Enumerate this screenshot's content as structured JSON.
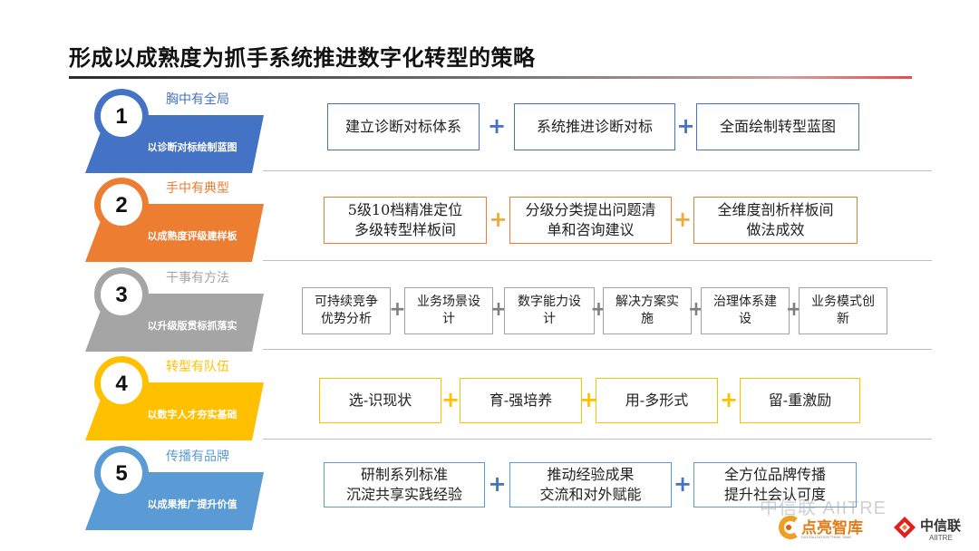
{
  "title": "形成以成熟度为抓手系统推进数字化转型的策略",
  "strategies": [
    {
      "num": "1",
      "head": "胸中有全局",
      "sub": "以诊断对标绘制蓝图",
      "color": "#4472c4",
      "plus_color": "#4472c4",
      "items": [
        "建立诊断对标体系",
        "系统推进诊断对标",
        "全面绘制转型蓝图"
      ]
    },
    {
      "num": "2",
      "head": "手中有典型",
      "sub": "以成熟度评级建样板",
      "color": "#ed7d31",
      "plus_color": "#f2a93b",
      "items": [
        "5级10档精准定位\n多级转型样板间",
        "分级分类提出问题清\n单和咨询建议",
        "全维度剖析样板间\n做法成效"
      ]
    },
    {
      "num": "3",
      "head": "干事有方法",
      "sub": "以升级版贯标抓落实",
      "color": "#a5a5a5",
      "plus_color": "#7f7f7f",
      "items": [
        "可持续竞争\n优势分析",
        "业务场景设\n计",
        "数字能力设\n计",
        "解决方案实\n施",
        "治理体系建\n设",
        "业务模式创\n新"
      ]
    },
    {
      "num": "4",
      "head": "转型有队伍",
      "sub": "以数字人才夯实基础",
      "color": "#ffc000",
      "plus_color": "#ffc000",
      "items": [
        "选-识现状",
        "育-强培养",
        "用-多形式",
        "留-重激励"
      ]
    },
    {
      "num": "5",
      "head": "传播有品牌",
      "sub": "以成果推广提升价值",
      "color": "#5b9bd5",
      "plus_color": "#4472c4",
      "items": [
        "研制系列标准\n沉淀共享实践经验",
        "推动经验成果\n交流和对外赋能",
        "全方位品牌传播\n提升社会认可度"
      ]
    }
  ],
  "plus_symbol": "+",
  "watermark": {
    "text": "中信联 AIITRE",
    "logo1_name": "点亮智库",
    "logo1_sub": "DIGITALIZATION THINK TANK",
    "logo2_name": "中信联",
    "logo2_sub": "AIITRE"
  }
}
